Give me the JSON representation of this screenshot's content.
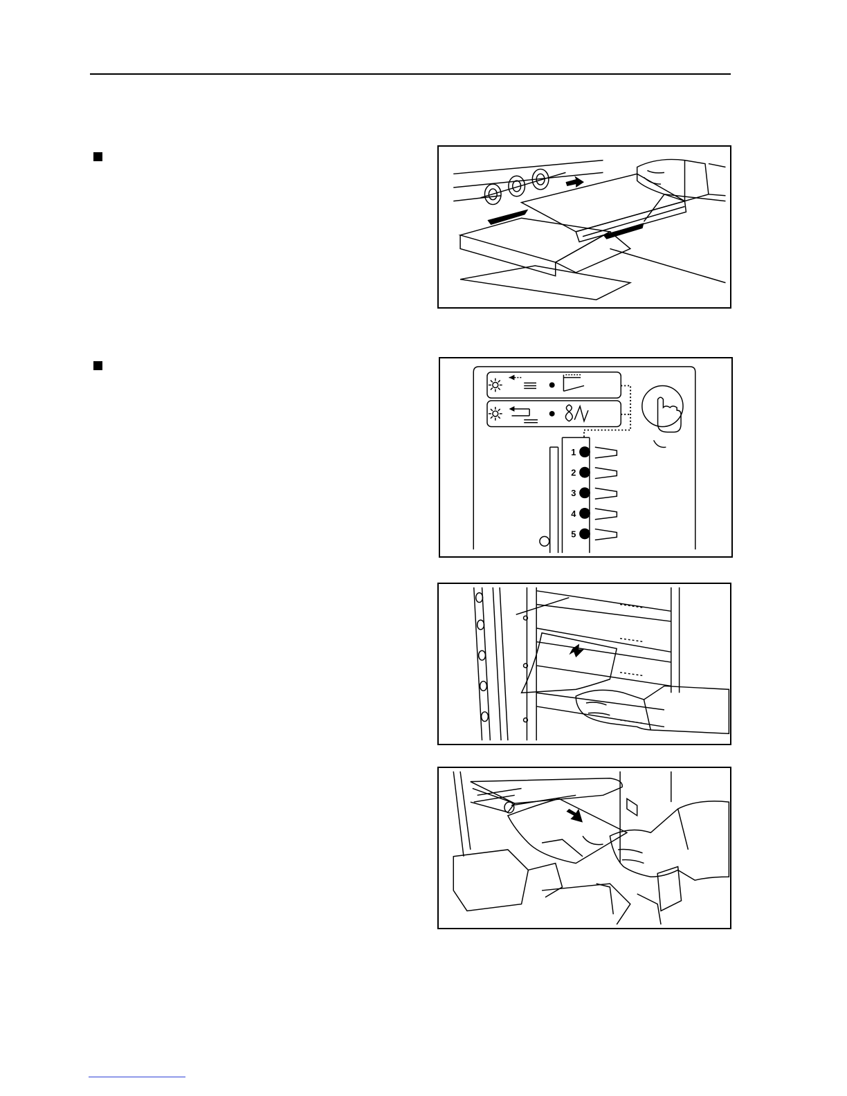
{
  "panel": {
    "tray_numbers": [
      "1",
      "2",
      "3",
      "4",
      "5"
    ]
  },
  "colors": {
    "line": "#000000",
    "footer_link": "#2b3fd6"
  }
}
